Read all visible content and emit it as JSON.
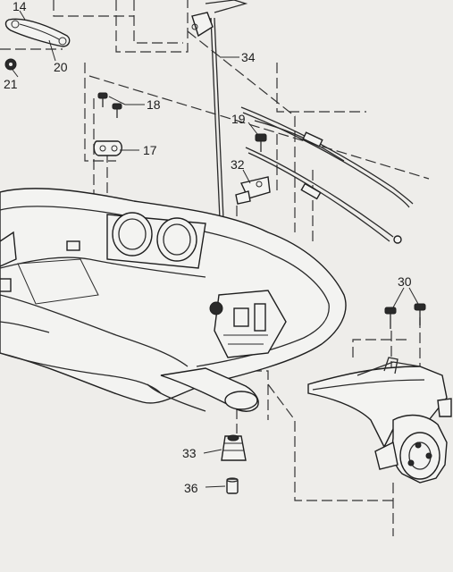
{
  "callouts": {
    "c14": "14",
    "c20": "20",
    "c21": "21",
    "c34": "34",
    "c18": "18",
    "c19": "19",
    "c17": "17",
    "c32": "32",
    "c30": "30",
    "c33": "33",
    "c36": "36"
  }
}
